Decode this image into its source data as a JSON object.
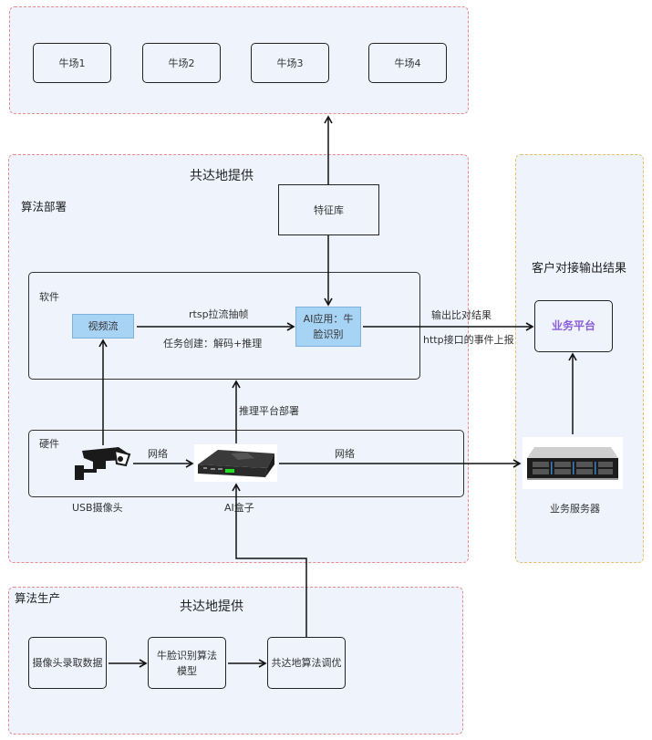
{
  "farms": {
    "items": [
      {
        "label": "牛场1"
      },
      {
        "label": "牛场2"
      },
      {
        "label": "牛场3"
      },
      {
        "label": "牛场4"
      }
    ]
  },
  "deploy": {
    "provider_title": "共达地提供",
    "section_label": "算法部署",
    "feature_db": "特征库",
    "software": {
      "label": "软件",
      "video_stream": "视频流",
      "ai_app": "AI应用：牛脸识别",
      "edge_label_top": "rtsp拉流抽帧",
      "edge_label_bottom": "任务创建：解码+推理"
    },
    "inference_label": "推理平台部署",
    "hardware": {
      "label": "硬件",
      "camera_caption": "USB摄像头",
      "aibox_caption": "AI盒子",
      "network_label_1": "网络",
      "network_label_2": "网络"
    },
    "output_label_top": "输出比对结果",
    "output_label_bottom": "http接口的事件上报"
  },
  "customer": {
    "title": "客户对接输出结果",
    "platform": "业务平台",
    "server_caption": "业务服务器",
    "accent_color": "#8a5fd6"
  },
  "production": {
    "section_label": "算法生产",
    "provider_title": "共达地提供",
    "steps": [
      {
        "label": "摄像头录取数据"
      },
      {
        "label": "牛脸识别算法模型"
      },
      {
        "label": "共达地算法调优"
      }
    ]
  }
}
